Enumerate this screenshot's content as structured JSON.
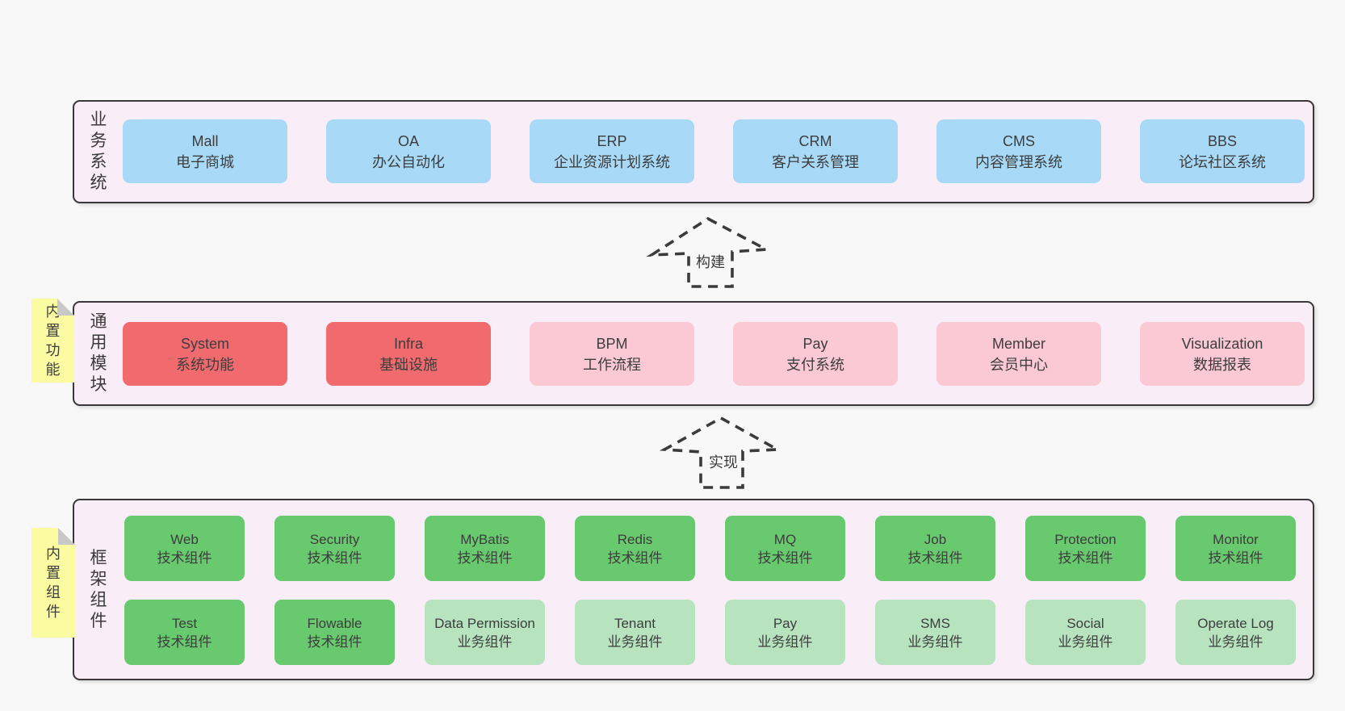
{
  "diagram": {
    "colors": {
      "page_bg": "#f8f8f8",
      "container_fill": "#f9edf8",
      "container_border": "#383838",
      "blue": "#a8d9f7",
      "red": "#f06a6e",
      "pink": "#fac9d4",
      "green": "#68c96e",
      "light_green": "#b7e3bf",
      "sticky_yellow": "#fbfba1",
      "fold_gray": "#c8c8c8",
      "text": "#3d3d3d"
    },
    "layers": [
      {
        "name": "业务系统",
        "boxes": [
          {
            "title": "Mall",
            "subtitle": "电子商城",
            "variant": "blue"
          },
          {
            "title": "OA",
            "subtitle": "办公自动化",
            "variant": "blue"
          },
          {
            "title": "ERP",
            "subtitle": "企业资源计划系统",
            "variant": "blue"
          },
          {
            "title": "CRM",
            "subtitle": "客户关系管理",
            "variant": "blue"
          },
          {
            "title": "CMS",
            "subtitle": "内容管理系统",
            "variant": "blue"
          },
          {
            "title": "BBS",
            "subtitle": "论坛社区系统",
            "variant": "blue"
          }
        ]
      },
      {
        "name": "通用模块",
        "sticky": "内置功能",
        "boxes": [
          {
            "title": "System",
            "subtitle": "系统功能",
            "variant": "red"
          },
          {
            "title": "Infra",
            "subtitle": "基础设施",
            "variant": "red"
          },
          {
            "title": "BPM",
            "subtitle": "工作流程",
            "variant": "pink"
          },
          {
            "title": "Pay",
            "subtitle": "支付系统",
            "variant": "pink"
          },
          {
            "title": "Member",
            "subtitle": "会员中心",
            "variant": "pink"
          },
          {
            "title": "Visualization",
            "subtitle": "数据报表",
            "variant": "pink"
          }
        ]
      },
      {
        "name": "框架组件",
        "sticky": "内置组件",
        "rows": [
          [
            {
              "title": "Web",
              "subtitle": "技术组件",
              "variant": "green"
            },
            {
              "title": "Security",
              "subtitle": "技术组件",
              "variant": "green"
            },
            {
              "title": "MyBatis",
              "subtitle": "技术组件",
              "variant": "green"
            },
            {
              "title": "Redis",
              "subtitle": "技术组件",
              "variant": "green"
            },
            {
              "title": "MQ",
              "subtitle": "技术组件",
              "variant": "green"
            },
            {
              "title": "Job",
              "subtitle": "技术组件",
              "variant": "green"
            },
            {
              "title": "Protection",
              "subtitle": "技术组件",
              "variant": "green"
            },
            {
              "title": "Monitor",
              "subtitle": "技术组件",
              "variant": "green"
            }
          ],
          [
            {
              "title": "Test",
              "subtitle": "技术组件",
              "variant": "green"
            },
            {
              "title": "Flowable",
              "subtitle": "技术组件",
              "variant": "green"
            },
            {
              "title": "Data Permission",
              "subtitle": "业务组件",
              "variant": "lightgreen"
            },
            {
              "title": "Tenant",
              "subtitle": "业务组件",
              "variant": "lightgreen"
            },
            {
              "title": "Pay",
              "subtitle": "业务组件",
              "variant": "lightgreen"
            },
            {
              "title": "SMS",
              "subtitle": "业务组件",
              "variant": "lightgreen"
            },
            {
              "title": "Social",
              "subtitle": "业务组件",
              "variant": "lightgreen"
            },
            {
              "title": "Operate Log",
              "subtitle": "业务组件",
              "variant": "lightgreen"
            }
          ]
        ]
      }
    ],
    "arrows": [
      {
        "label": "构建"
      },
      {
        "label": "实现"
      }
    ]
  }
}
